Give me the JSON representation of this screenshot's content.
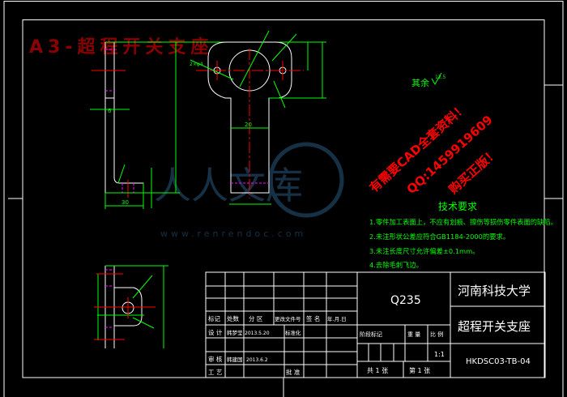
{
  "drawing_title": "A3-超程开关支座",
  "surface_roughness": {
    "label": "其余",
    "value": "12.5"
  },
  "dimensions": {
    "side_width": "6",
    "side_base": "30",
    "stem_width": "20",
    "hole_label": "2×φ4"
  },
  "tech_requirements": {
    "title": "技术要求",
    "items": [
      "1.零件加工表面上，不应有划痕、擦伤等损伤零件表面的缺陷。",
      "2.未注形状公差应符合GB1184-2000的要求。",
      "3.未注长度尺寸允许偏差±0.1mm。",
      "4.去除毛刺飞边。"
    ]
  },
  "title_block": {
    "school": "河南科技大学",
    "part_name": "超程开关支座",
    "material": "Q235",
    "drawing_no": "HKDSC03-TB-04",
    "header_row": [
      "标记",
      "处数",
      "分 区",
      "更改文件号",
      "签 名",
      "年.月.日"
    ],
    "design_row": [
      "设 计",
      "韩梦莹",
      "2013.5.20",
      "标准化"
    ],
    "review_row": [
      "审 核",
      "韩建国",
      "2013.6.2"
    ],
    "process_row": [
      "工 艺",
      "批 准"
    ],
    "stage_headers": [
      "阶段标记",
      "重 量",
      "比 例"
    ],
    "scale": "1:1",
    "sheets": "共 1 张",
    "sheet_no": "第 1 张"
  },
  "watermark": {
    "brand": "人人文库",
    "url": "www.renrendoc.com"
  },
  "red_notes": [
    "有需要CAD全套资料！",
    "QQ:1459919609",
    "购买正版！"
  ],
  "colors": {
    "background": "#000000",
    "frame": "#ffffff",
    "dimension": "#00ff00",
    "centerline": "#ff0000",
    "hidden": "#ff00ff",
    "title": "#8b0000",
    "watermark": "#1a3a52"
  }
}
